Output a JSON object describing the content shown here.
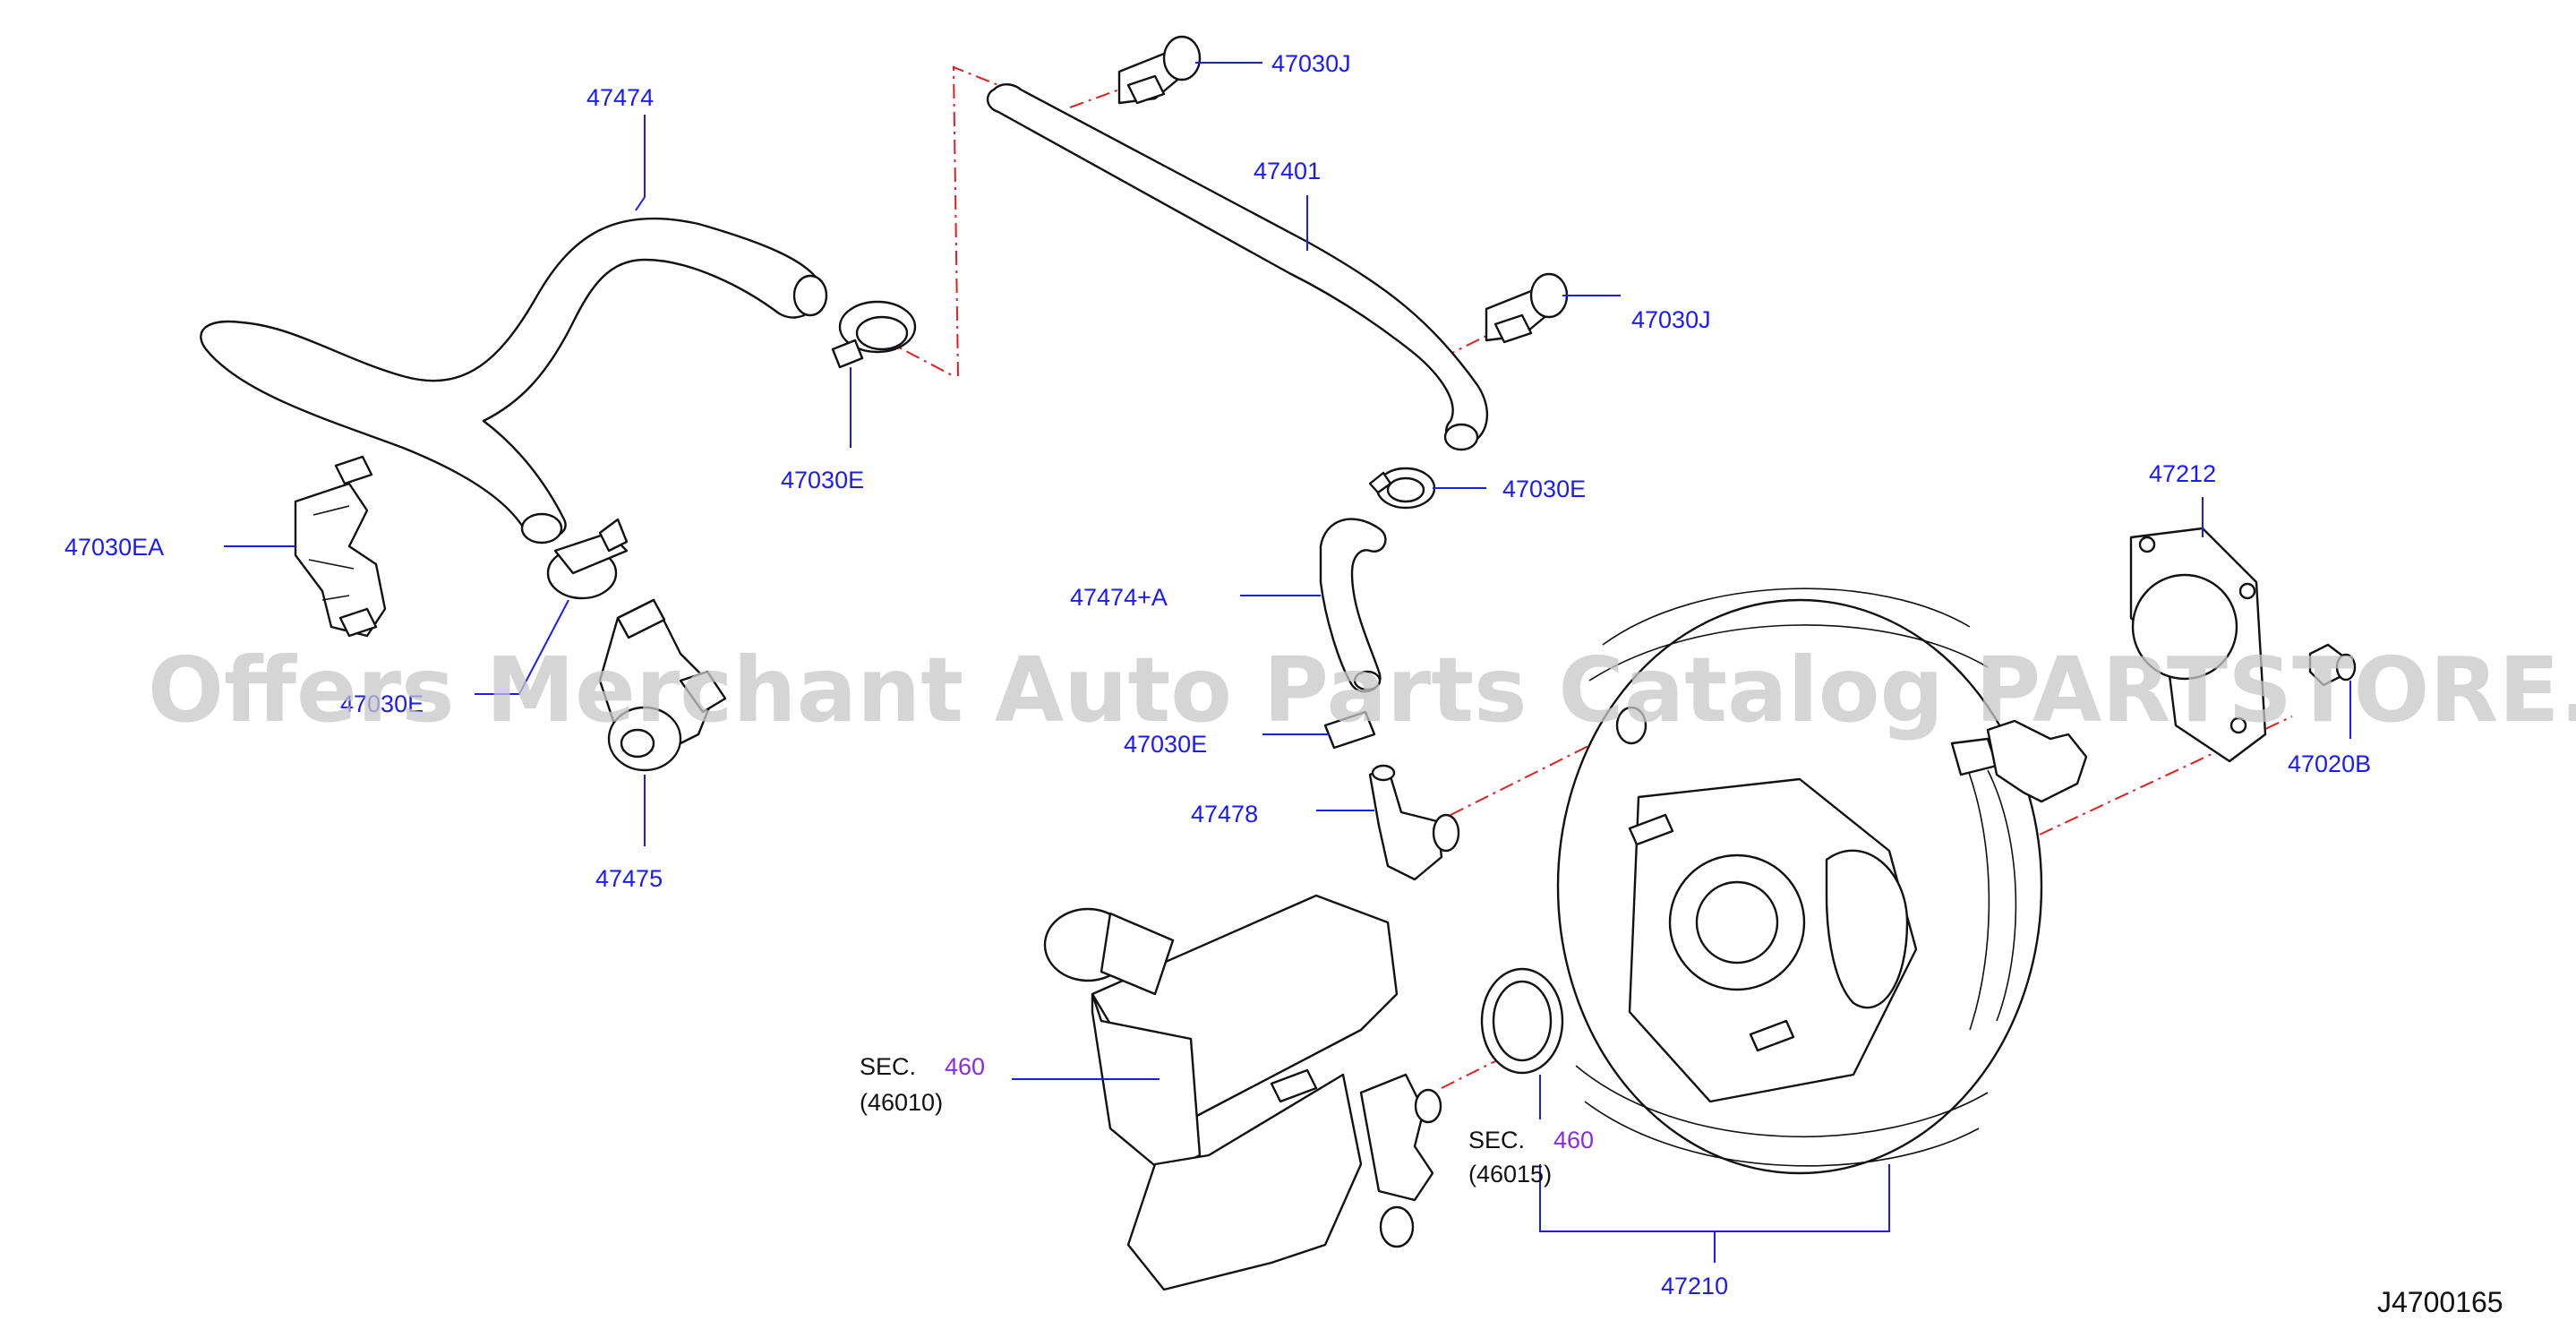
{
  "diagram": {
    "code": "J4700165",
    "watermark": "Offers Merchant Auto Parts Catalog PARTSTORE.SA",
    "colors": {
      "label": "#1a1aff",
      "sec_link": "#8a2be2",
      "centerline": "#e02020",
      "watermark": "#c8c8c8"
    },
    "labels": {
      "p47474": "47474",
      "p47030J_top": "47030J",
      "p47401": "47401",
      "p47030J_mid": "47030J",
      "p47030E_a": "47030E",
      "p47030E_b": "47030E",
      "p47030EA": "47030EA",
      "p47474A": "47474+A",
      "p47212": "47212",
      "p47030E_c": "47030E",
      "p47030E_d": "47030E",
      "p47020B": "47020B",
      "p47478": "47478",
      "p47475": "47475",
      "p47210": "47210"
    },
    "sec": [
      {
        "prefix": "SEC.",
        "link": "460",
        "ref": "(46010)"
      },
      {
        "prefix": "SEC.",
        "link": "460",
        "ref": "(46015)"
      }
    ]
  }
}
